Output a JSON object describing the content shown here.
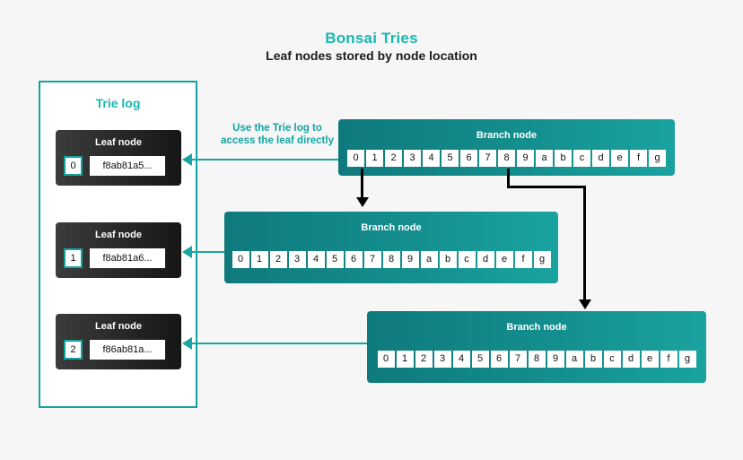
{
  "header": {
    "title": "Bonsai Tries",
    "subtitle": "Leaf nodes stored by node location",
    "title_color": "#17b8b0"
  },
  "trie_log": {
    "panel_label": "Trie log",
    "border_color": "#12a3a0",
    "leaf_nodes": [
      {
        "label": "Leaf node",
        "index": "0",
        "hash": "f8ab81a5..."
      },
      {
        "label": "Leaf node",
        "index": "1",
        "hash": "f8ab81a6..."
      },
      {
        "label": "Leaf node",
        "index": "2",
        "hash": "f86ab81a..."
      }
    ]
  },
  "annotation": {
    "line1": "Use the Trie log to",
    "line2": "access the leaf directly",
    "color": "#13a5a1"
  },
  "branch_nodes": [
    {
      "label": "Branch node",
      "cells": [
        "0",
        "1",
        "2",
        "3",
        "4",
        "5",
        "6",
        "7",
        "8",
        "9",
        "a",
        "b",
        "c",
        "d",
        "e",
        "f",
        "g"
      ]
    },
    {
      "label": "Branch node",
      "cells": [
        "0",
        "1",
        "2",
        "3",
        "4",
        "5",
        "6",
        "7",
        "8",
        "9",
        "a",
        "b",
        "c",
        "d",
        "e",
        "f",
        "g"
      ]
    },
    {
      "label": "Branch node",
      "cells": [
        "0",
        "1",
        "2",
        "3",
        "4",
        "5",
        "6",
        "7",
        "8",
        "9",
        "a",
        "b",
        "c",
        "d",
        "e",
        "f",
        "g"
      ]
    }
  ],
  "colors": {
    "background": "#f6f6f6",
    "teal_accent": "#17a6a2",
    "branch_fill_left": "#0f7a7d",
    "branch_fill_right": "#1aa3a0",
    "leaf_fill_left": "#3c3c3c",
    "leaf_fill_right": "#161616",
    "connector_black": "#000000"
  }
}
